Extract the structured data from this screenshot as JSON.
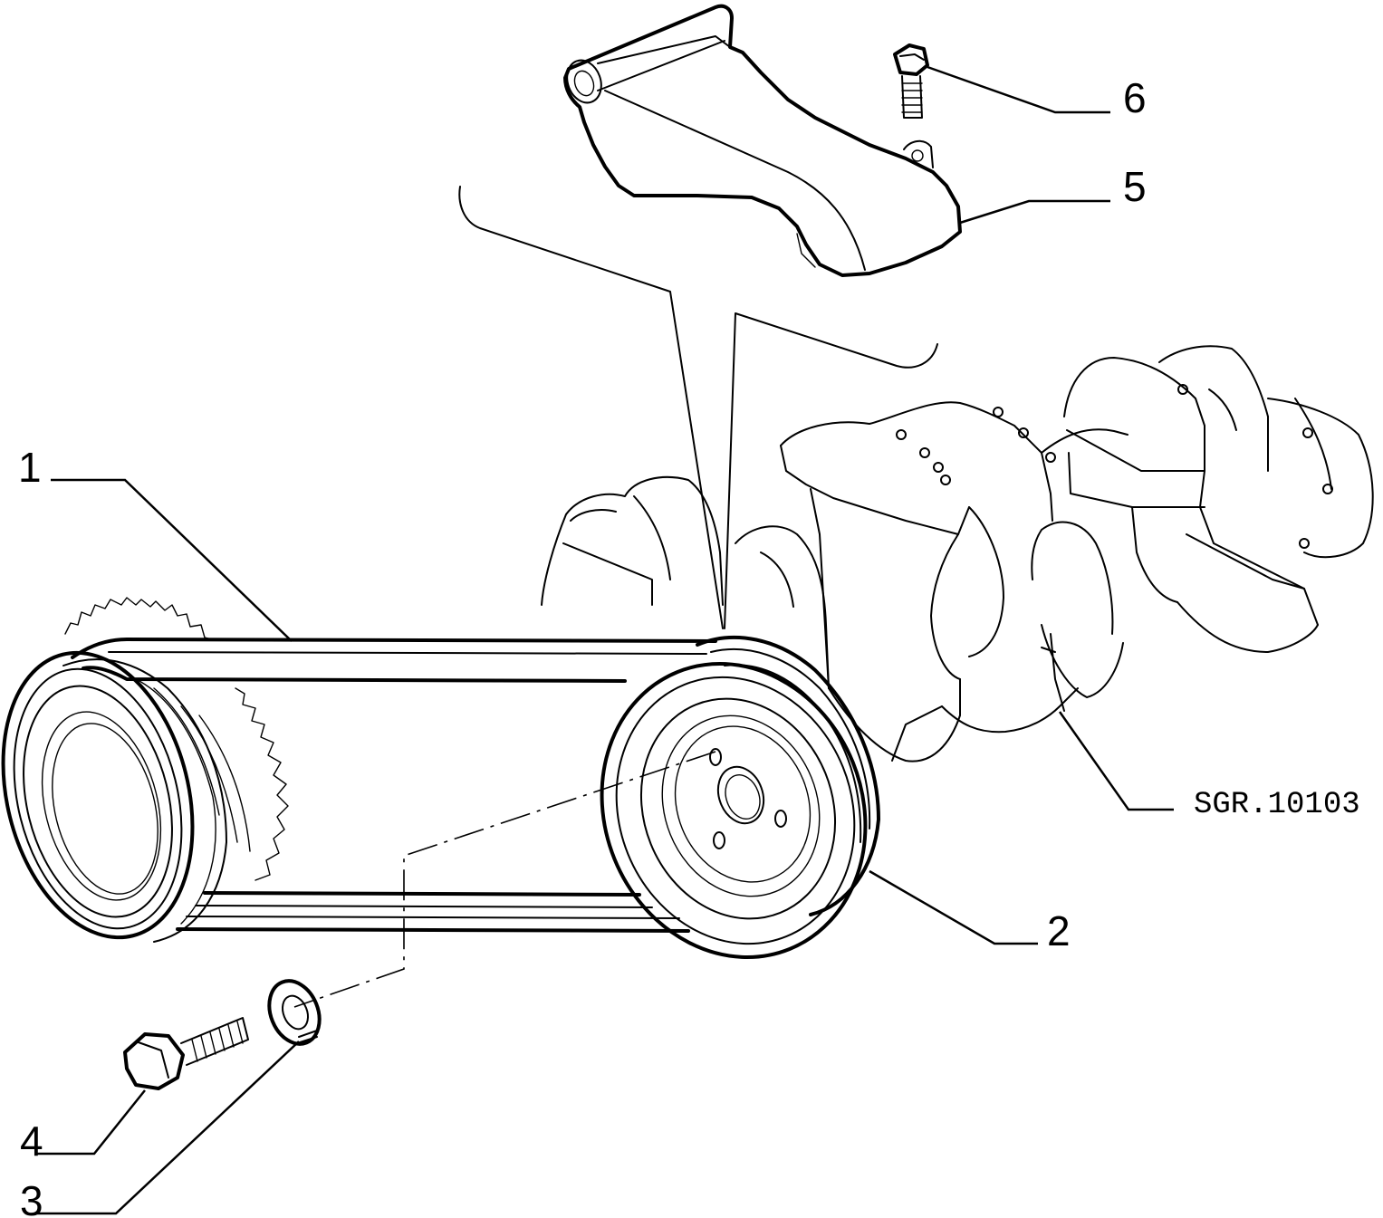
{
  "drawing_code": "SGR.10103",
  "callouts": [
    {
      "id": "1",
      "label": "1"
    },
    {
      "id": "2",
      "label": "2"
    },
    {
      "id": "3",
      "label": "3"
    },
    {
      "id": "4",
      "label": "4"
    },
    {
      "id": "5",
      "label": "5"
    },
    {
      "id": "6",
      "label": "6"
    }
  ],
  "colors": {
    "ink": "#000000",
    "paper": "#ffffff"
  }
}
